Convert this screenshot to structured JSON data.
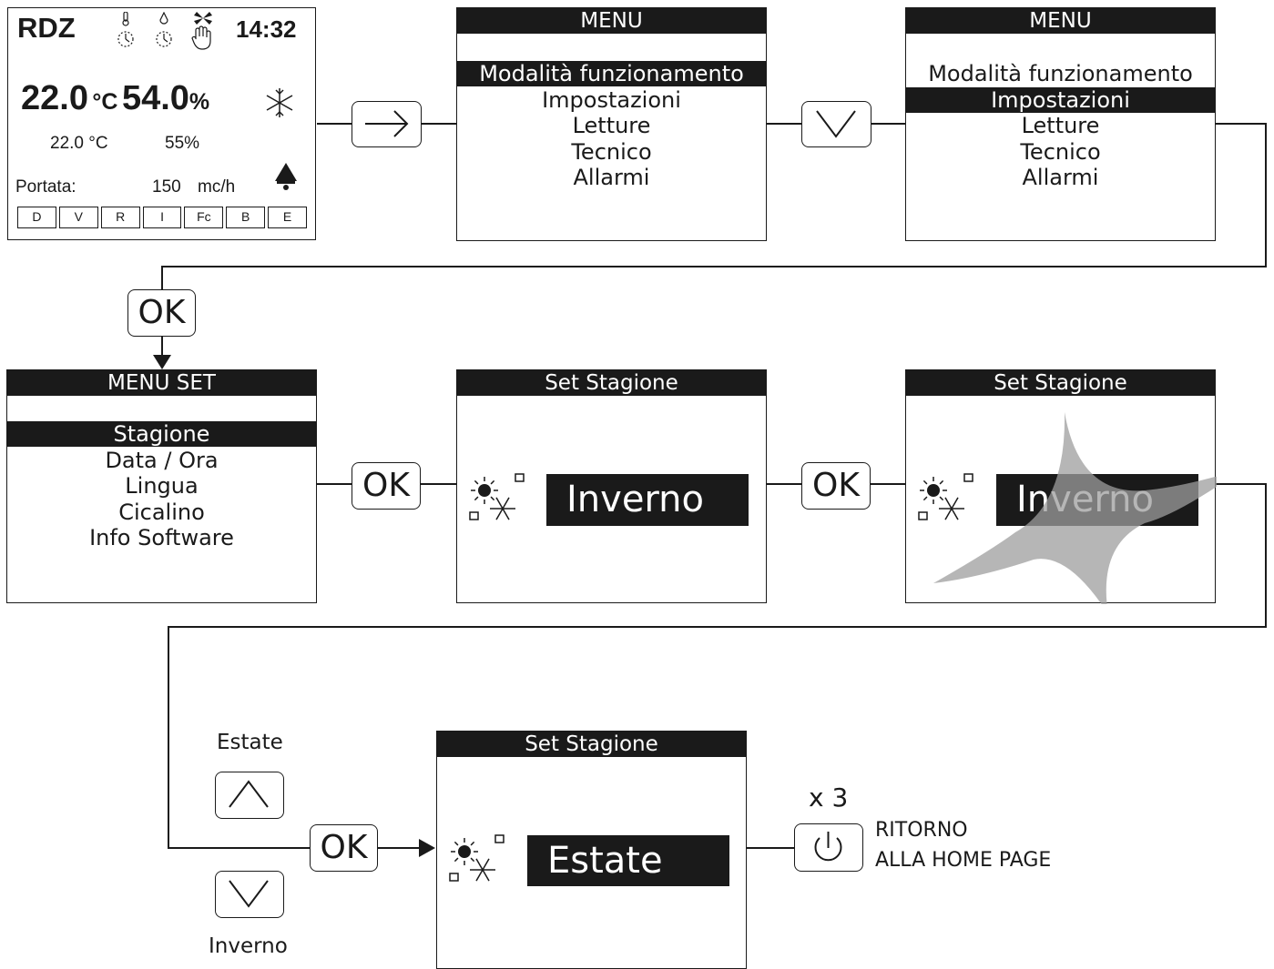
{
  "home": {
    "brand": "RDZ",
    "time": "14:32",
    "temp_main": "22.0",
    "temp_unit": "°C",
    "hum_main": "54.0",
    "hum_unit": "%",
    "temp_sub": "22.0 °C",
    "hum_sub": "55%",
    "flow_label": "Portata:",
    "flow_value": "150",
    "flow_unit": "mc/h",
    "status_boxes": [
      "D",
      "V",
      "R",
      "I",
      "Fc",
      "B",
      "E"
    ],
    "icons": [
      "thermometer-clock-icon",
      "drop-clock-icon",
      "fan-icon",
      "hand-icon",
      "snowflake-icon",
      "alarm-bell-icon"
    ]
  },
  "menu1": {
    "title": "MENU",
    "items": [
      "Modalità funzionamento",
      "Impostazioni",
      "Letture",
      "Tecnico",
      "Allarmi"
    ],
    "selected": 0
  },
  "menu2": {
    "title": "MENU",
    "items": [
      "Modalità funzionamento",
      "Impostazioni",
      "Letture",
      "Tecnico",
      "Allarmi"
    ],
    "selected": 1
  },
  "menu_set": {
    "title": "MENU SET",
    "items": [
      "Stagione",
      "Data / Ora",
      "Lingua",
      "Cicalino",
      "Info Software"
    ],
    "selected": 0
  },
  "set_stagione_1": {
    "title": "Set Stagione",
    "value": "Inverno"
  },
  "set_stagione_2": {
    "title": "Set Stagione",
    "value": "Inverno"
  },
  "set_stagione_3": {
    "title": "Set Stagione",
    "value": "Estate"
  },
  "buttons": {
    "right_arrow": "right-arrow-icon",
    "down_arrow": "down-arrow-icon",
    "up_arrow": "up-arrow-icon",
    "power": "power-icon",
    "ok": "OK"
  },
  "labels": {
    "estate": "Estate",
    "inverno": "Inverno",
    "repeat": "x 3",
    "return_line1": "RITORNO",
    "return_line2": "ALLA HOME PAGE"
  }
}
